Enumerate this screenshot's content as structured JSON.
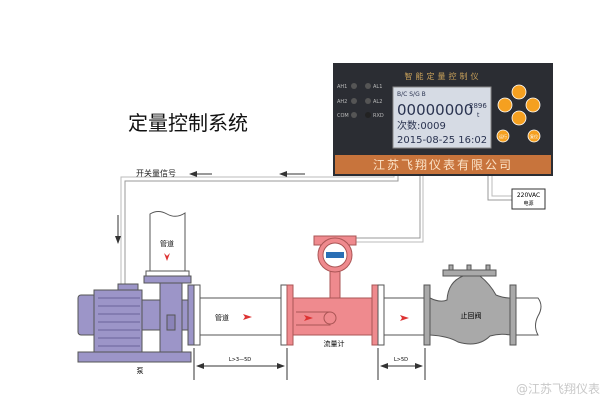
{
  "title": "定量控制系统",
  "controller": {
    "name": "智能定量控制仪",
    "indicators_left": [
      "AH1",
      "AH2",
      "COM"
    ],
    "indicators_right": [
      "AL1",
      "AL2",
      "RXD"
    ],
    "lcd": {
      "status": "B/C S/G B",
      "total": "00000000",
      "fraction": "2896",
      "unit": "t",
      "count": "次数:0009",
      "datetime": "2015-08-25 16:02"
    },
    "buttons": [
      "运行",
      "复位"
    ],
    "company": "江苏飞翔仪表有限公司",
    "power": {
      "line1": "220VAC",
      "line2": "电源"
    }
  },
  "signal_label": "开关量信号",
  "labels": {
    "pipe_vertical": "管道",
    "pipe_horizontal": "管道",
    "pump": "泵",
    "flowmeter": "流量计",
    "check_valve": "止回阀",
    "upstream_distance": "L>3—5D",
    "downstream_distance": "L>5D"
  },
  "watermark": "@江苏飞翔仪表",
  "colors": {
    "pump": "#9c95c8",
    "flowmeter": "#ef8a8e",
    "valve": "#a9a9a9",
    "panel": "#2b2d33",
    "company_bar": "#c8743c",
    "button": "#f5a020"
  }
}
